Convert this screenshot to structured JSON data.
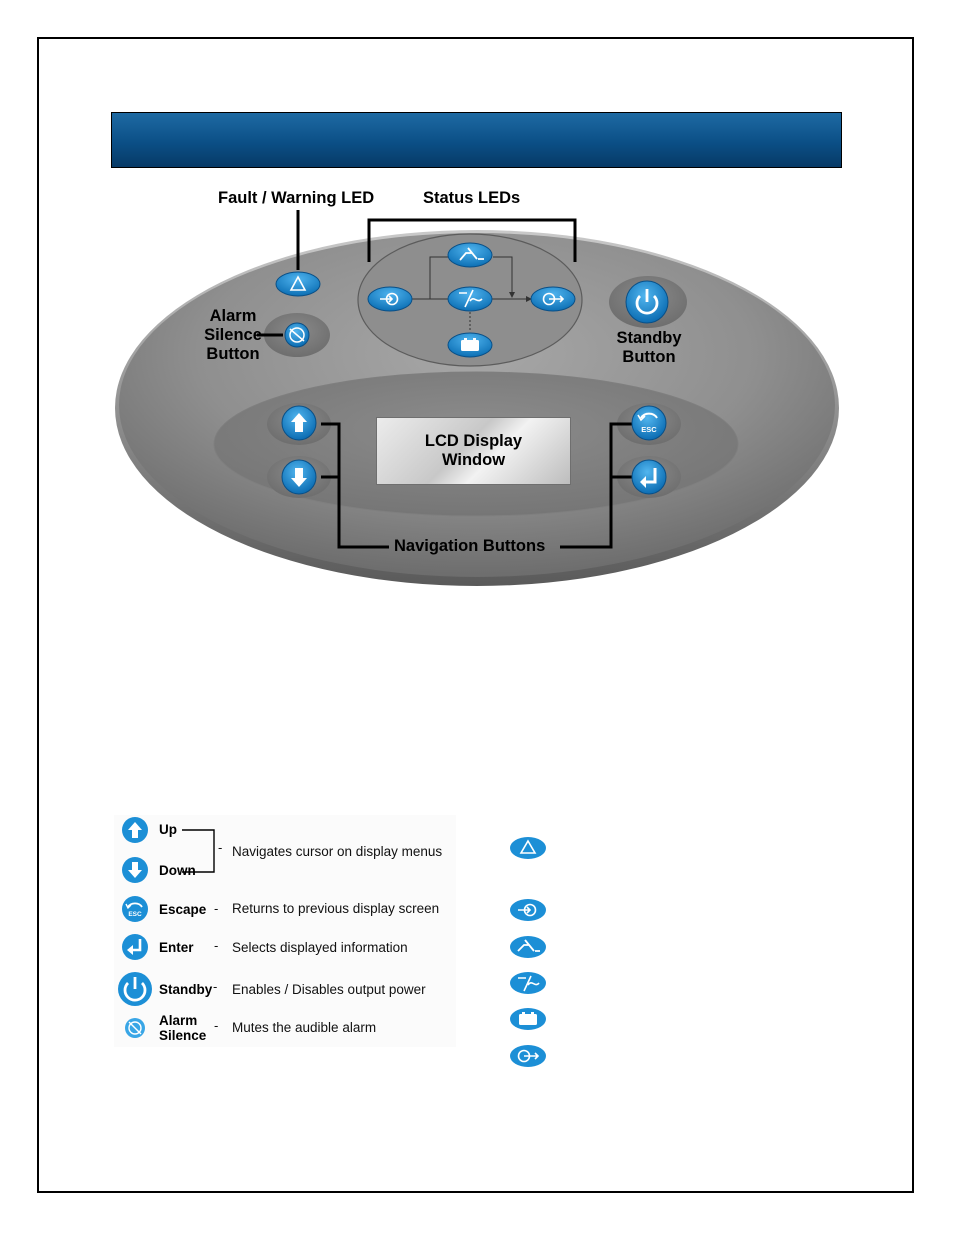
{
  "panel": {
    "fault_warning_led": "Fault / Warning LED",
    "status_leds": "Status LEDs",
    "alarm_silence_button": [
      "Alarm",
      "Silence",
      "Button"
    ],
    "standby_button": [
      "Standby",
      "Button"
    ],
    "lcd_display_window": [
      "LCD Display",
      "Window"
    ],
    "navigation_buttons": "Navigation Buttons"
  },
  "legend": {
    "buttons": [
      {
        "icon": "up-arrow-icon",
        "label": "Up"
      },
      {
        "icon": "down-arrow-icon",
        "label": "Down"
      },
      {
        "icon": "escape-icon",
        "label": "Escape",
        "description": "Returns to previous display screen"
      },
      {
        "icon": "enter-icon",
        "label": "Enter",
        "description": "Selects displayed information"
      },
      {
        "icon": "power-icon",
        "label": "Standby",
        "description": "Enables / Disables output power"
      },
      {
        "icon": "alarm-silence-icon",
        "label": [
          "Alarm",
          "Silence"
        ],
        "description": "Mutes the audible alarm"
      }
    ],
    "up_down_description": "Navigates cursor on display menus",
    "led_icons": [
      "warning-triangle-icon",
      "ac-input-icon",
      "bypass-icon",
      "inverter-icon",
      "battery-icon",
      "output-icon"
    ]
  },
  "colors": {
    "header_blue": "#0b4f86",
    "button_blue": "#1c8fd6",
    "panel_grey": "#8a8a8a"
  }
}
